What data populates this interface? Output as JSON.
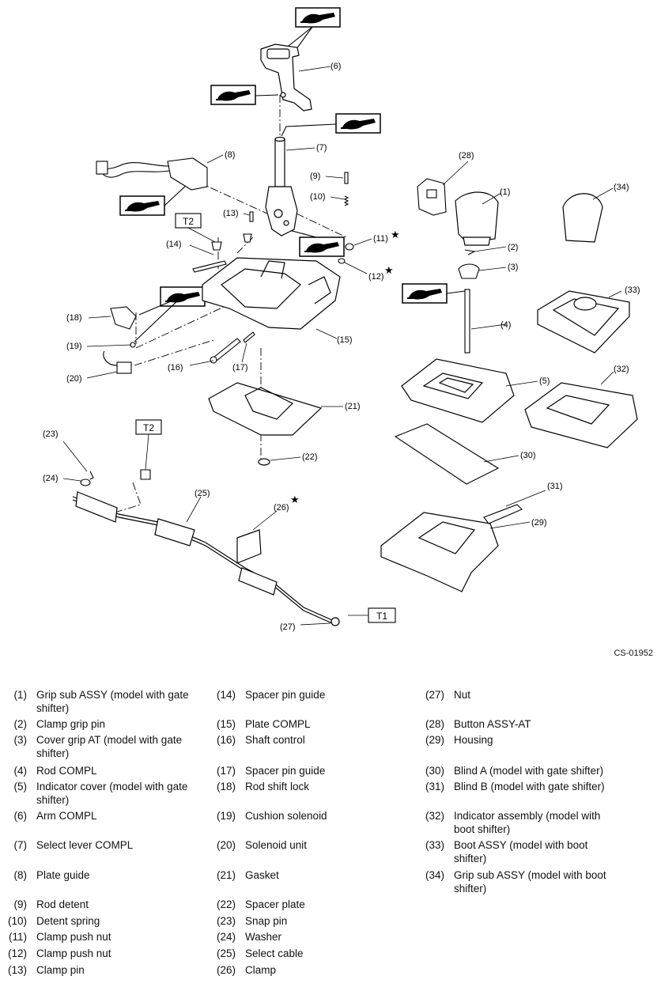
{
  "diagram_code": "CS-01952",
  "torque_labels": [
    "T2",
    "T2",
    "T1"
  ],
  "callouts": [
    "(1)",
    "(2)",
    "(3)",
    "(4)",
    "(5)",
    "(6)",
    "(7)",
    "(8)",
    "(9)",
    "(10)",
    "(11)",
    "(12)",
    "(13)",
    "(14)",
    "(15)",
    "(16)",
    "(17)",
    "(18)",
    "(19)",
    "(20)",
    "(21)",
    "(22)",
    "(23)",
    "(24)",
    "(25)",
    "(26)",
    "(27)",
    "(28)",
    "(29)",
    "(30)",
    "(31)",
    "(32)",
    "(33)",
    "(34)"
  ],
  "star_mark": "★",
  "legend": [
    {
      "num": "(1)",
      "text": "Grip sub ASSY (model with gate shifter)"
    },
    {
      "num": "(2)",
      "text": "Clamp grip pin"
    },
    {
      "num": "(3)",
      "text": "Cover grip AT (model with gate shifter)"
    },
    {
      "num": "(4)",
      "text": "Rod COMPL"
    },
    {
      "num": "(5)",
      "text": "Indicator cover (model with gate shifter)"
    },
    {
      "num": "(6)",
      "text": "Arm COMPL"
    },
    {
      "num": "(7)",
      "text": "Select lever COMPL"
    },
    {
      "num": "(8)",
      "text": "Plate guide"
    },
    {
      "num": "(9)",
      "text": "Rod detent"
    },
    {
      "num": "(10)",
      "text": "Detent spring"
    },
    {
      "num": "(11)",
      "text": "Clamp push nut"
    },
    {
      "num": "(12)",
      "text": "Clamp push nut"
    },
    {
      "num": "(13)",
      "text": "Clamp pin"
    },
    {
      "num": "(14)",
      "text": "Spacer pin guide"
    },
    {
      "num": "(15)",
      "text": "Plate COMPL"
    },
    {
      "num": "(16)",
      "text": "Shaft control"
    },
    {
      "num": "(17)",
      "text": "Spacer pin guide"
    },
    {
      "num": "(18)",
      "text": "Rod shift lock"
    },
    {
      "num": "(19)",
      "text": "Cushion solenoid"
    },
    {
      "num": "(20)",
      "text": "Solenoid unit"
    },
    {
      "num": "(21)",
      "text": "Gasket"
    },
    {
      "num": "(22)",
      "text": "Spacer plate"
    },
    {
      "num": "(23)",
      "text": "Snap pin"
    },
    {
      "num": "(24)",
      "text": "Washer"
    },
    {
      "num": "(25)",
      "text": "Select cable"
    },
    {
      "num": "(26)",
      "text": "Clamp"
    },
    {
      "num": "(27)",
      "text": "Nut"
    },
    {
      "num": "(28)",
      "text": "Button ASSY-AT"
    },
    {
      "num": "(29)",
      "text": "Housing"
    },
    {
      "num": "(30)",
      "text": "Blind A (model with gate shifter)"
    },
    {
      "num": "(31)",
      "text": "Blind B (model with gate shifter)"
    },
    {
      "num": "(32)",
      "text": "Indicator assembly (model with boot shifter)"
    },
    {
      "num": "(33)",
      "text": "Boot ASSY (model with boot shifter)"
    },
    {
      "num": "(34)",
      "text": "Grip sub ASSY (model with boot shifter)"
    }
  ]
}
